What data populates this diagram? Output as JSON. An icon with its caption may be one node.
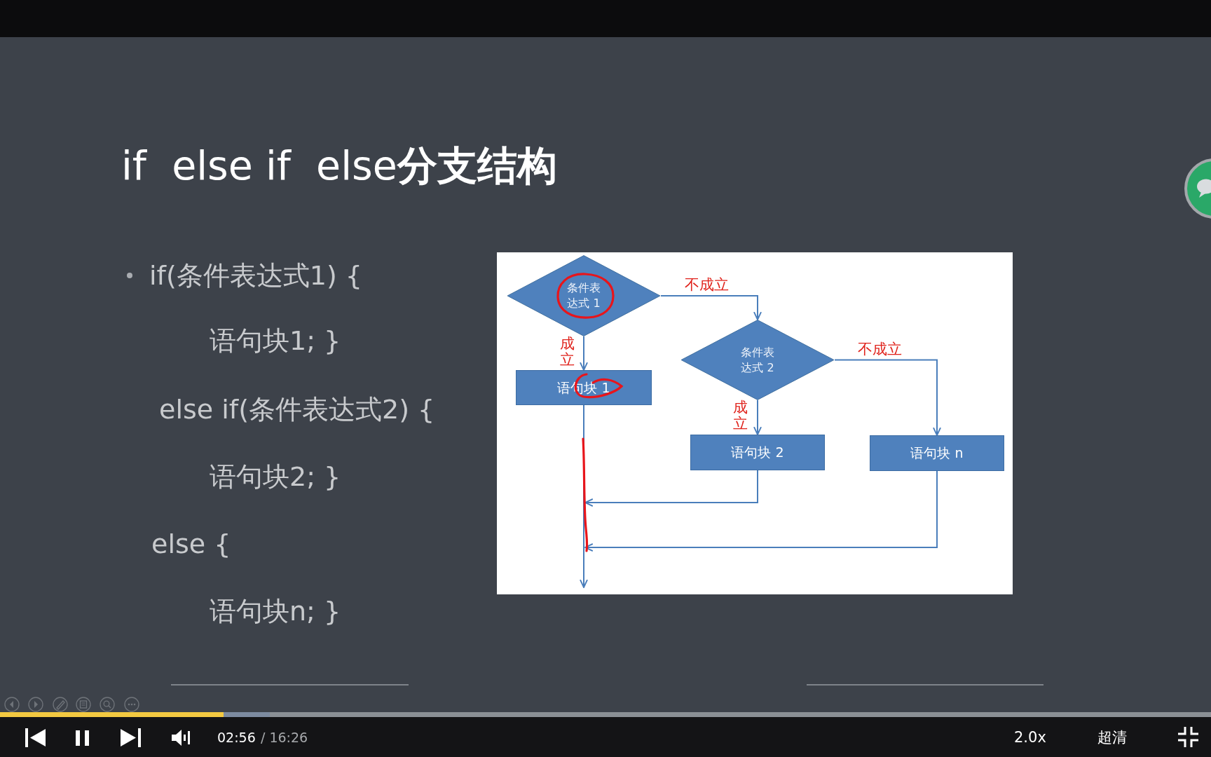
{
  "diagram": {
    "title": "if  else if  else**分支结构**",
    "nodes": [
      {
        "text": [
          "条件表达式 1"
        ]
      },
      {
        "text": [
          "语句块 1"
        ]
      },
      {
        "text": [
          "条件表达式 2"
        ]
      },
      {
        "text": [
          "语句块 2"
        ]
      },
      {
        "text": [
          "语句块 n"
        ]
      }
    ],
    "edges": [
      {
        "from": 0,
        "to": 1,
        "arrow": "to",
        "label": "成立"
      },
      {
        "from": 0,
        "to": 2,
        "arrow": "to",
        "label": "不成立"
      },
      {
        "from": 2,
        "to": 3,
        "arrow": "to",
        "label": "成立"
      },
      {
        "from": 2,
        "to": 4,
        "arrow": "to",
        "label": "不成立"
      },
      {
        "from": 1,
        "to": null,
        "arrow": "to"
      },
      {
        "from": 3,
        "to": null,
        "arrow": "to"
      },
      {
        "from": 4,
        "to": null,
        "arrow": "to"
      }
    ],
    "labels": [
      "if(条件表达式1) {",
      "语句块1; }",
      "else if(条件表达式2) {",
      "语句块2; }",
      "else {",
      "语句块n; }",
      "02:56",
      "/ 16:26",
      "2.0x",
      "超清"
    ]
  }
}
